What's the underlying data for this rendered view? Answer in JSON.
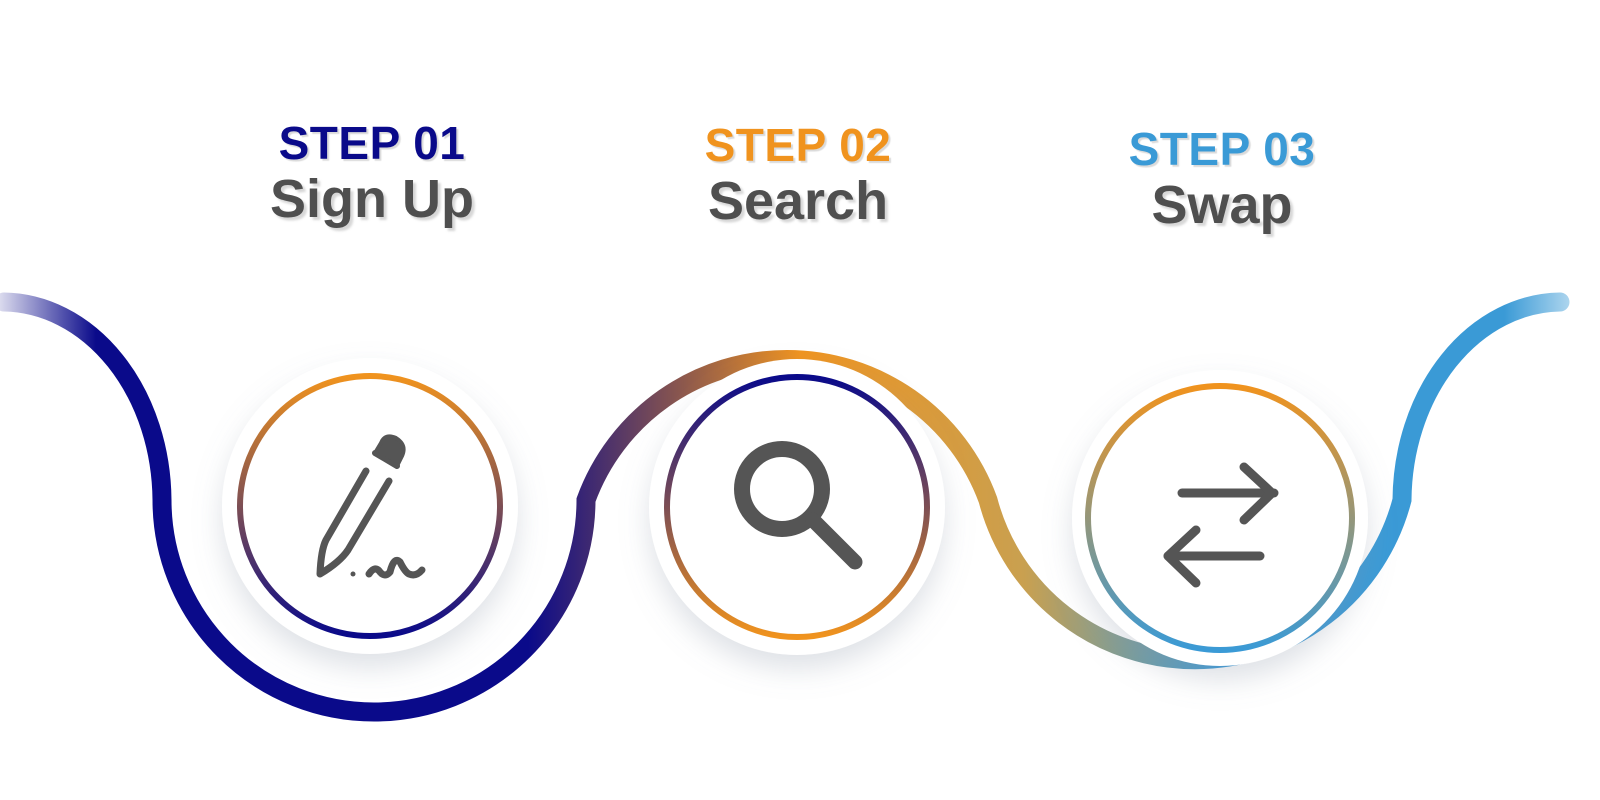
{
  "steps": [
    {
      "number": "STEP 01",
      "name": "Sign Up",
      "icon": "pen-signature-icon",
      "color": "#0a0a8a"
    },
    {
      "number": "STEP 02",
      "name": "Search",
      "icon": "magnifier-icon",
      "color": "#f0931e"
    },
    {
      "number": "STEP 03",
      "name": "Swap",
      "icon": "swap-arrows-icon",
      "color": "#3a9ad6"
    }
  ],
  "colors": {
    "navy": "#0a0a8a",
    "orange": "#f0931e",
    "blue": "#3a9ad6",
    "icon_gray": "#555555",
    "text_gray": "#4f4f4f"
  }
}
